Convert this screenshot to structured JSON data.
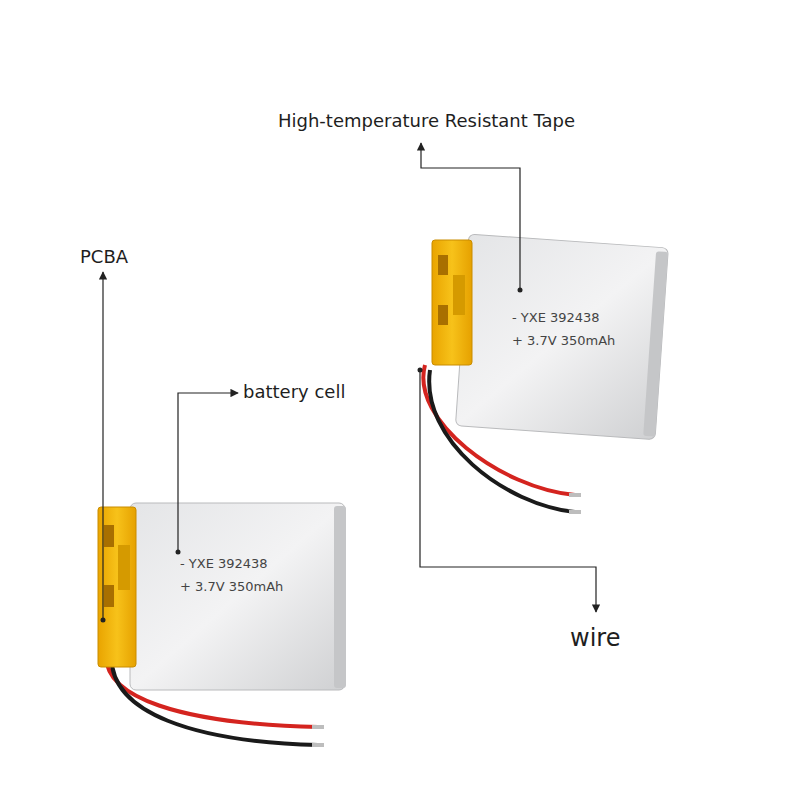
{
  "diagram": {
    "labels": [
      "High-temperature Resistant Tape",
      "PCBA",
      "battery cell",
      "- YXE 392438",
      "+ 3.7V 350mAh",
      "- YXE 392438",
      "+ 3.7V 350mAh",
      "wire"
    ]
  }
}
